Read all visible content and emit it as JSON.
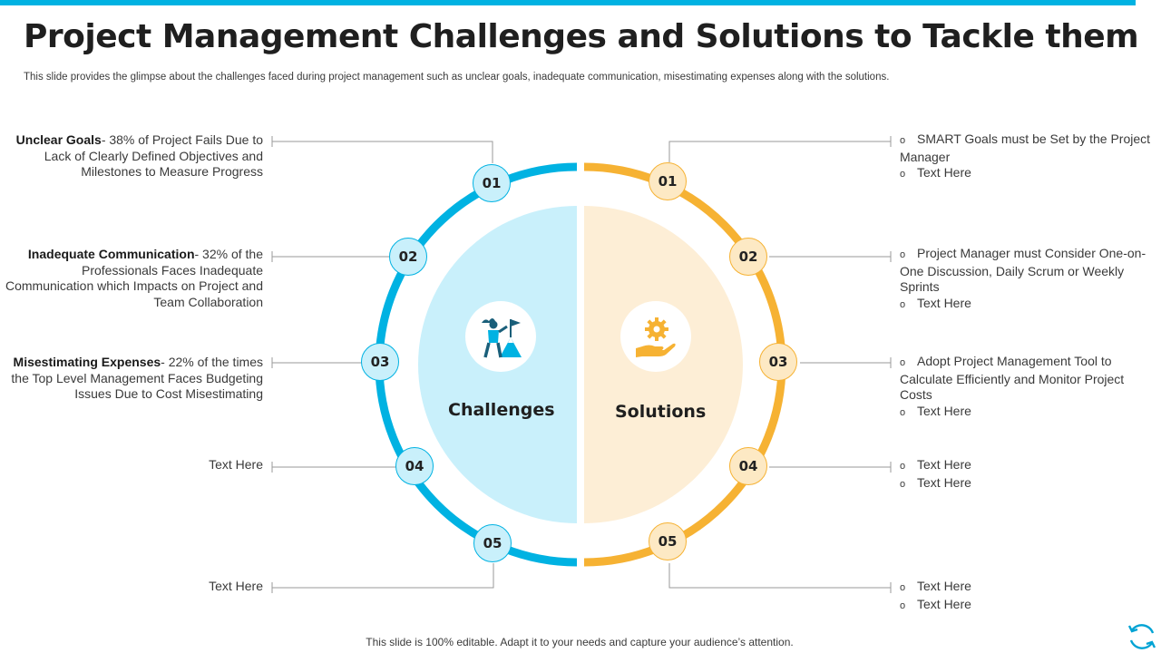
{
  "header": {
    "title": "Project Management Challenges and Solutions to Tackle them",
    "subtitle": "This slide provides the glimpse about the challenges faced during project management such as unclear goals, inadequate communication, misestimating expenses along with the solutions."
  },
  "colors": {
    "challenge": "#00b2e2",
    "challenge_fill": "#c9f0fb",
    "solution": "#f6b233",
    "solution_fill": "#fdeed6"
  },
  "center": {
    "challenges_label": "Challenges",
    "solutions_label": "Solutions",
    "challenges_icon": "person-flag-mountain-icon",
    "solutions_icon": "gear-hand-icon"
  },
  "challenges": [
    {
      "num": "01",
      "heading": "Unclear Goals",
      "text": "- 38% of Project Fails Due to Lack of Clearly Defined Objectives and Milestones to Measure Progress"
    },
    {
      "num": "02",
      "heading": "Inadequate Communication",
      "text": "- 32% of the Professionals Faces Inadequate Communication which Impacts on Project and Team Collaboration"
    },
    {
      "num": "03",
      "heading": "Misestimating Expenses",
      "text": "- 22% of the times the Top Level Management Faces Budgeting Issues Due to Cost Misestimating"
    },
    {
      "num": "04",
      "heading": "",
      "text": "Text Here"
    },
    {
      "num": "05",
      "heading": "",
      "text": "Text Here"
    }
  ],
  "solutions": [
    {
      "num": "01",
      "items": [
        "SMART Goals must be Set by the Project Manager",
        "Text Here"
      ]
    },
    {
      "num": "02",
      "items": [
        "Project Manager must Consider One-on-One Discussion, Daily Scrum or Weekly Sprints",
        "Text Here"
      ]
    },
    {
      "num": "03",
      "items": [
        "Adopt Project Management Tool to Calculate Efficiently and Monitor Project Costs",
        "Text Here"
      ]
    },
    {
      "num": "04",
      "items": [
        "Text Here",
        "Text Here"
      ]
    },
    {
      "num": "05",
      "items": [
        "Text Here",
        "Text Here"
      ]
    }
  ],
  "bullet_symbol": "o",
  "footer": {
    "text": "This slide is 100% editable. Adapt it to your needs and capture your audience’s attention."
  }
}
